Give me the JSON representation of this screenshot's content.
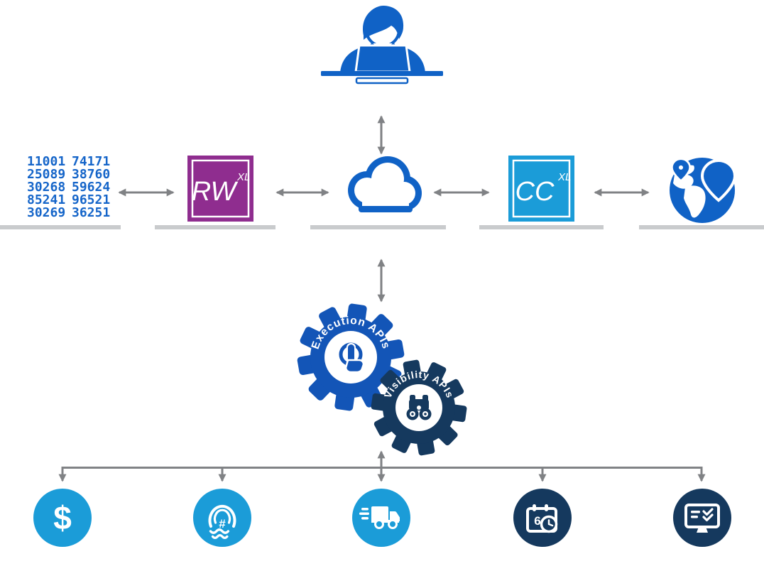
{
  "diagram_title": "",
  "colors": {
    "primary_blue": "#1062C6",
    "light_blue": "#1B9CD8",
    "navy": "#15395E",
    "purple": "#8F2D8F",
    "gear_blue": "#1355B7",
    "arrow_gray": "#808285",
    "platform_gray": "#C9CBCD",
    "numbers_blue": "#1565C9"
  },
  "data_feed": {
    "rows": [
      [
        "11001",
        "74171"
      ],
      [
        "25089",
        "38760"
      ],
      [
        "30268",
        "59624"
      ],
      [
        "85241",
        "96521"
      ],
      [
        "30269",
        "36251"
      ]
    ]
  },
  "apps": {
    "rw": {
      "label": "RW",
      "sup": "XL"
    },
    "cc": {
      "label": "CC",
      "sup": "XL"
    }
  },
  "gears": {
    "execution_label": "Execution APIs",
    "visibility_label": "Visibility APIs"
  },
  "endpoints": {
    "dollar_glyph": "$",
    "hash_glyph": "#",
    "calendar_digit": "6"
  }
}
